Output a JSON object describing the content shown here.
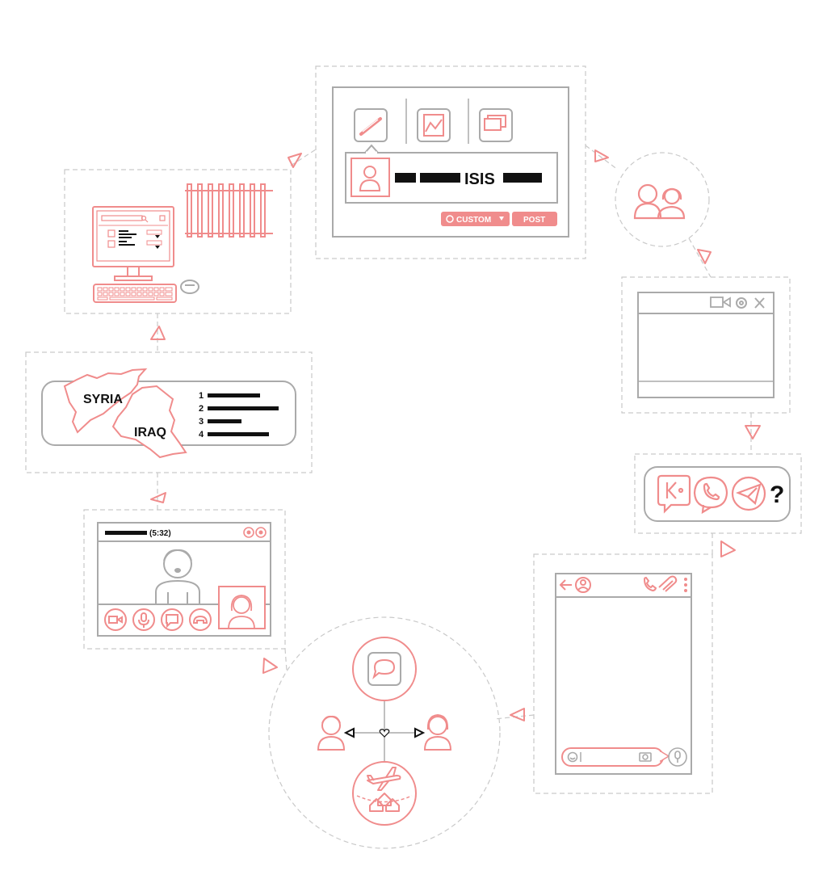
{
  "colors": {
    "accent": "#f08c8c",
    "gray": "#aaaaaa",
    "dashed": "#c9c9c9",
    "black": "#111111"
  },
  "post_panel": {
    "headline_word": "ISIS",
    "custom_button": "CUSTOM",
    "post_button": "POST",
    "icons": [
      "pencil-icon",
      "image-icon",
      "album-icon",
      "user-icon"
    ]
  },
  "map_panel": {
    "country_1": "SYRIA",
    "country_2": "IRAQ",
    "list_numbers": [
      "1",
      "2",
      "3",
      "4"
    ]
  },
  "video_call": {
    "timer": "(5:32)",
    "controls": [
      "camera-icon",
      "microphone-icon",
      "chat-icon",
      "hang-up-icon"
    ]
  },
  "apps_panel": {
    "icons": [
      "kik-icon",
      "whatsapp-icon",
      "telegram-icon"
    ],
    "unknown": "?"
  }
}
